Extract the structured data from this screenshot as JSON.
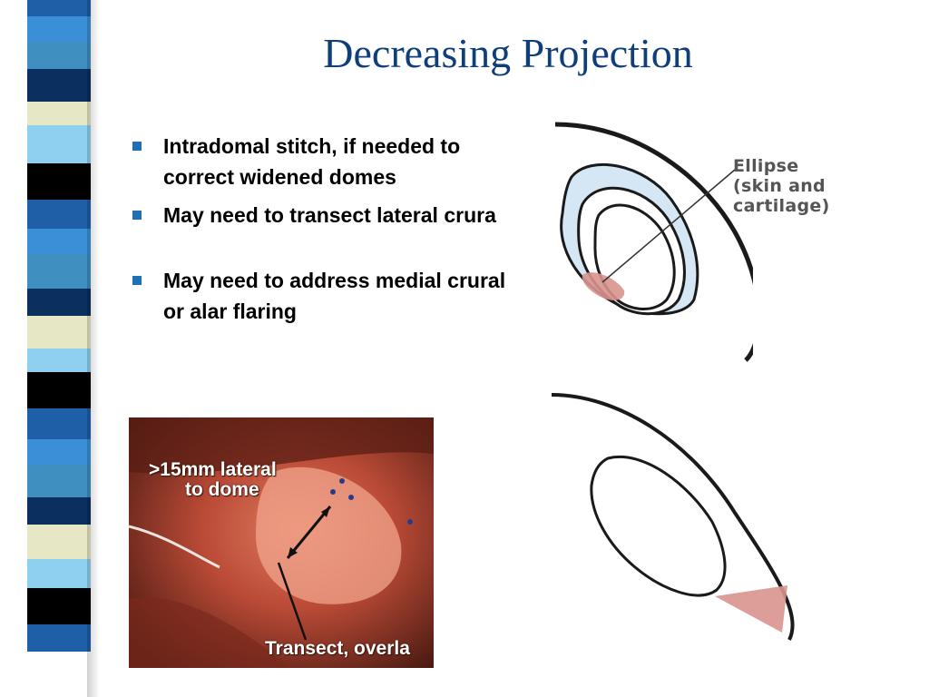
{
  "slide": {
    "title": "Decreasing Projection",
    "bullets": [
      "Intradomal stitch, if needed to correct widened domes",
      "May need to transect lateral crura",
      "May need to address medial crural or alar flaring"
    ]
  },
  "figure": {
    "ellipse_label_line1": "Ellipse",
    "ellipse_label_line2": "(skin and",
    "ellipse_label_line3": "cartilage)"
  },
  "photo": {
    "label_top_line1": ">15mm lateral",
    "label_top_line2": "to dome",
    "label_bottom": "Transect, overla"
  },
  "colors": {
    "title": "#0f3f7a",
    "bullet": "#1f6fb5",
    "ellipse_fill": "#d5e7f5",
    "excision_fill": "#d9928e",
    "stripe": [
      "#1f5fa8",
      "#8fd0f0",
      "#0b2f5e",
      "#3b8fd6",
      "#000000",
      "#e6e7c4",
      "#3f8fc0"
    ]
  }
}
